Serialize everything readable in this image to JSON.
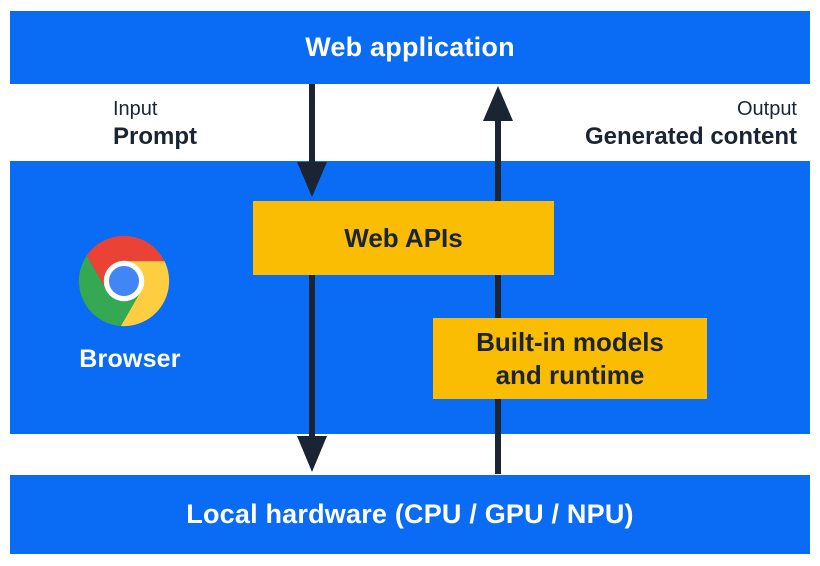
{
  "colors": {
    "panel_blue": "#0a6cf4",
    "accent_yellow": "#fbbc04",
    "ink_navy": "#1b2433",
    "pure_white": "#ffffff",
    "chrome_red": "#ea4335",
    "chrome_yellow": "#ffcd40",
    "chrome_green": "#34a853",
    "chrome_blue": "#4285f4"
  },
  "layers": {
    "web_application": "Web application",
    "local_hardware": "Local hardware (CPU / GPU / NPU)"
  },
  "flow": {
    "input_label": "Input",
    "input_value": "Prompt",
    "output_label": "Output",
    "output_value": "Generated content"
  },
  "browser": {
    "label": "Browser",
    "logo_icon": "chrome-logo"
  },
  "components": {
    "web_apis": "Web APIs",
    "builtin_models_line1": "Built-in models",
    "builtin_models_line2": "and runtime"
  }
}
